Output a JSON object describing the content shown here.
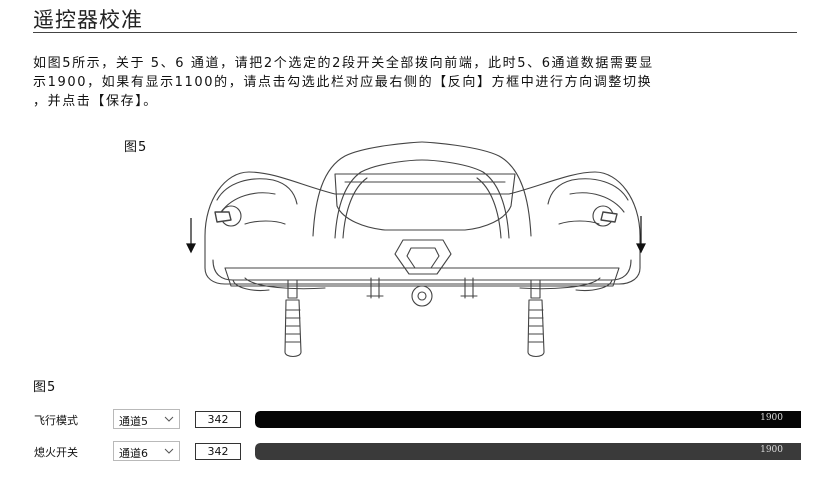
{
  "page": {
    "title": "遥控器校准",
    "instructions": [
      "如图5所示，关于 5、6 通道，请把2个选定的2段开关全部拨向前端，此时5、6通道数据需要显",
      "示1900，如果有显示1100的，请点击勾选此栏对应最右侧的【反向】方框中进行方向调整切换",
      "，并点击【保存】。"
    ],
    "figure_caption_top": "图5",
    "figure_caption_bottom": "图5"
  },
  "figure": {
    "icon": "remote-controller-illustration",
    "left_arrow": "arrow-down-icon",
    "right_arrow": "arrow-down-icon"
  },
  "channels": [
    {
      "name": "飞行模式",
      "select_value": "通道5",
      "value": "342",
      "bar_text": "1900",
      "bar_fraction": 1.0,
      "bar_color": "#050505"
    },
    {
      "name": "熄火开关",
      "select_value": "通道6",
      "value": "342",
      "bar_text": "1900",
      "bar_fraction": 1.0,
      "bar_color": "#3a3a3a"
    }
  ]
}
